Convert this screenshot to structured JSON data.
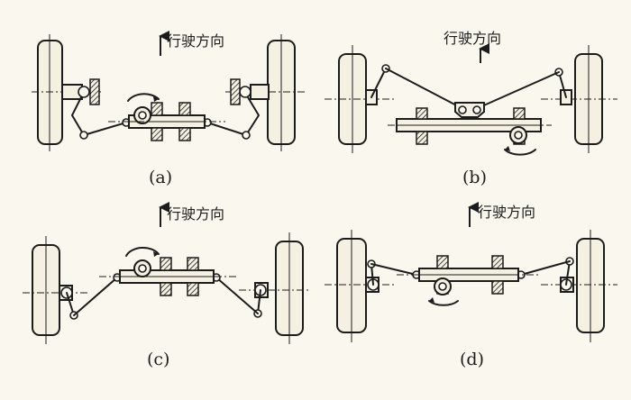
{
  "figure": {
    "direction_text": "行驶方向",
    "panels": [
      {
        "label": "(a)",
        "direction_text": "行驶方向"
      },
      {
        "label": "(b)",
        "direction_text": "行驶方向"
      },
      {
        "label": "(c)",
        "direction_text": "行驶方向"
      },
      {
        "label": "(d)",
        "direction_text": "行驶方向"
      }
    ]
  }
}
